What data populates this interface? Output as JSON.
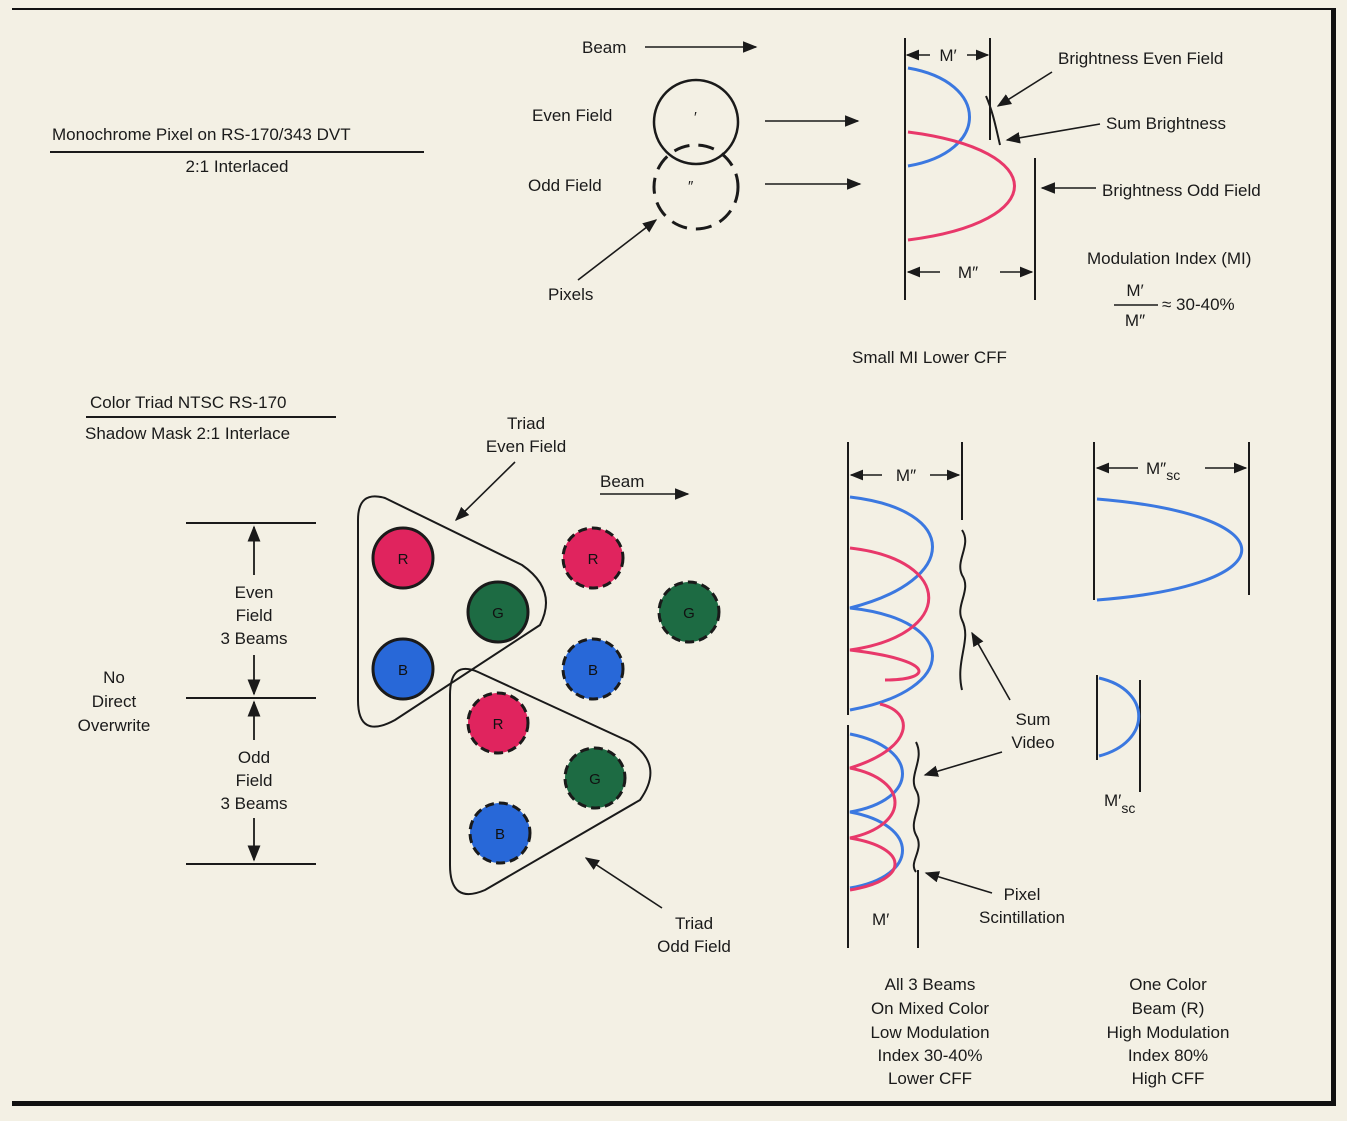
{
  "mono": {
    "title": "Monochrome Pixel on RS-170/343 DVT",
    "subtitle": "2:1 Interlaced",
    "beam": "Beam",
    "even_field": "Even Field",
    "odd_field": "Odd Field",
    "pixels": "Pixels",
    "even_mark": "′",
    "odd_mark": "″",
    "m_prime": "M′",
    "m_double": "M″",
    "brightness_even": "Brightness Even Field",
    "sum_brightness": "Sum Brightness",
    "brightness_odd": "Brightness Odd Field",
    "modulation_index": "Modulation Index (MI)",
    "frac_num": "M′",
    "frac_den": "M″",
    "approx": "≈  30-40%",
    "caption": "Small MI Lower CFF"
  },
  "color": {
    "title": "Color Triad NTSC RS-170",
    "subtitle": "Shadow Mask 2:1 Interlace",
    "triad_even": [
      "Triad",
      "Even Field"
    ],
    "beam": "Beam",
    "triad_odd": [
      "Triad",
      "Odd Field"
    ],
    "even_beams": [
      "Even",
      "Field",
      "3 Beams"
    ],
    "odd_beams": [
      "Odd",
      "Field",
      "3 Beams"
    ],
    "no_overwrite": [
      "No",
      "Direct",
      "Overwrite"
    ],
    "dot_r": "R",
    "dot_g": "G",
    "dot_b": "B"
  },
  "graphs": {
    "mixed_top": "M″",
    "mixed_bottom": "M′",
    "sum_video": [
      "Sum",
      "Video"
    ],
    "pixel_scintillation": [
      "Pixel",
      "Scintillation"
    ],
    "single_top_main": "M″",
    "single_top_sub": "sc",
    "single_bottom_main": "M′",
    "single_bottom_sub": "sc",
    "caption_mixed": [
      "All 3 Beams",
      "On Mixed Color",
      "Low Modulation",
      "Index 30-40%",
      "Lower CFF"
    ],
    "caption_single": [
      "One Color",
      "Beam (R)",
      "High Modulation",
      "Index 80%",
      "High CFF"
    ]
  },
  "colors": {
    "red": "#e0245e",
    "green": "#1d6b43",
    "blue": "#2868d8",
    "curve_blue": "#3b78e0",
    "curve_red": "#e8386a"
  }
}
